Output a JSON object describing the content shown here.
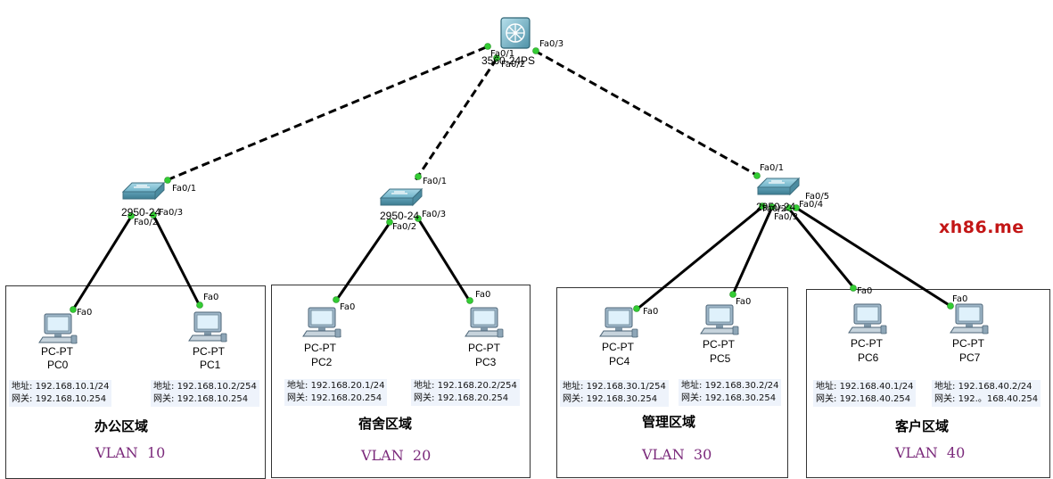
{
  "core_switch": {
    "label": "3560-24PS"
  },
  "access_switches": [
    {
      "label": "2950-24"
    },
    {
      "label": "2950-24"
    },
    {
      "label": "2950-24"
    }
  ],
  "ports": {
    "core_fa01": "Fa0/1",
    "core_fa02": "Fa0/2",
    "core_fa03": "Fa0/3",
    "sw1_fa01": "Fa0/1",
    "sw1_fa02": "Fa0/2",
    "sw1_fa03": "Fa0/3",
    "sw2_fa01": "Fa0/1",
    "sw2_fa02": "Fa0/2",
    "sw2_fa03": "Fa0/3",
    "sw3_fa01": "Fa0/1",
    "sw3_fa02": "Fa0/2",
    "sw3_fa03": "Fa0/3",
    "sw3_fa04": "Fa0/4",
    "sw3_fa05": "Fa0/5",
    "pc_fa0": "Fa0"
  },
  "pcs": [
    {
      "type": "PC-PT",
      "name": "PC0",
      "addr_label": "地址:",
      "addr": "192.168.10.1/24",
      "gw_label": "网关:",
      "gw": "192.168.10.254"
    },
    {
      "type": "PC-PT",
      "name": "PC1",
      "addr_label": "地址:",
      "addr": "192.168.10.2/254",
      "gw_label": "网关:",
      "gw": "192.168.10.254"
    },
    {
      "type": "PC-PT",
      "name": "PC2",
      "addr_label": "地址:",
      "addr": "192.168.20.1/24",
      "gw_label": "网关:",
      "gw": "192.168.20.254"
    },
    {
      "type": "PC-PT",
      "name": "PC3",
      "addr_label": "地址:",
      "addr": "192.168.20.2/254",
      "gw_label": "网关:",
      "gw": "192.168.20.254"
    },
    {
      "type": "PC-PT",
      "name": "PC4",
      "addr_label": "地址:",
      "addr": "192.168.30.1/254",
      "gw_label": "网关:",
      "gw": "192.168.30.254"
    },
    {
      "type": "PC-PT",
      "name": "PC5",
      "addr_label": "地址:",
      "addr": "192.168.30.2/24",
      "gw_label": "网关:",
      "gw": "192.168.30.254"
    },
    {
      "type": "PC-PT",
      "name": "PC6",
      "addr_label": "地址:",
      "addr": "192.168.40.1/24",
      "gw_label": "网关:",
      "gw": "192.168.40.254"
    },
    {
      "type": "PC-PT",
      "name": "PC7",
      "addr_label": "地址:",
      "addr": "192.168.40.2/24",
      "gw_label": "网关:",
      "gw": "192.。168.40.254"
    }
  ],
  "areas": [
    {
      "title": "办公区域",
      "vlan": "VLAN  10"
    },
    {
      "title": "宿舍区域",
      "vlan": "VLAN  20"
    },
    {
      "title": "管理区域",
      "vlan": "VLAN  30"
    },
    {
      "title": "客户区域",
      "vlan": "VLAN  40"
    }
  ],
  "watermark": "xh86.me",
  "colors": {
    "link_dot": "#33cc33",
    "vlan_text": "#7b2a7b",
    "watermark": "#c31616",
    "info_bg": "#eef3fb"
  }
}
